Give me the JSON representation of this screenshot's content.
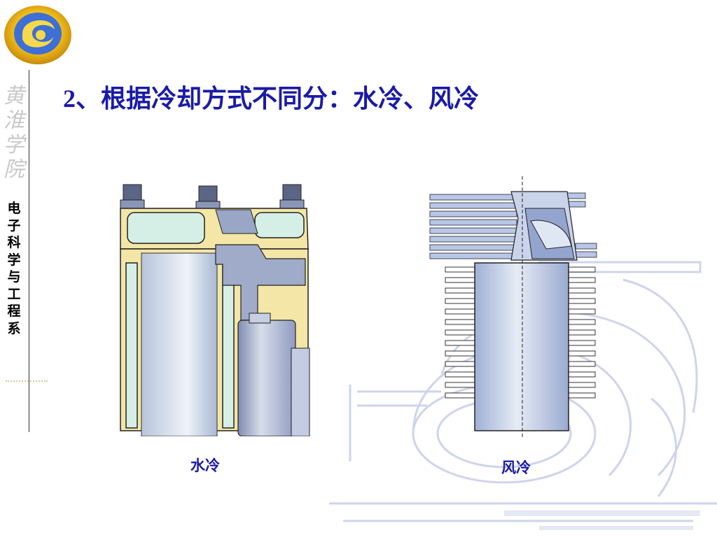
{
  "slide": {
    "title": "2、根据冷却方式不同分：水冷、风冷",
    "sidebar": {
      "calligraphy": "黄淮学院",
      "department": "电子科学与工程系"
    },
    "figures": {
      "water_cooled_caption": "水冷",
      "air_cooled_caption": "风冷"
    }
  },
  "colors": {
    "title": "#1a1aa8",
    "caption": "#1a1aa8",
    "block_cream": "#f3e6a6",
    "coolant_cyan": "#d6efe6",
    "metal_blue": "#aab6d2",
    "fin_blue": "#b9c7e6"
  },
  "icons": {
    "logo": "swirl-logo-icon"
  }
}
